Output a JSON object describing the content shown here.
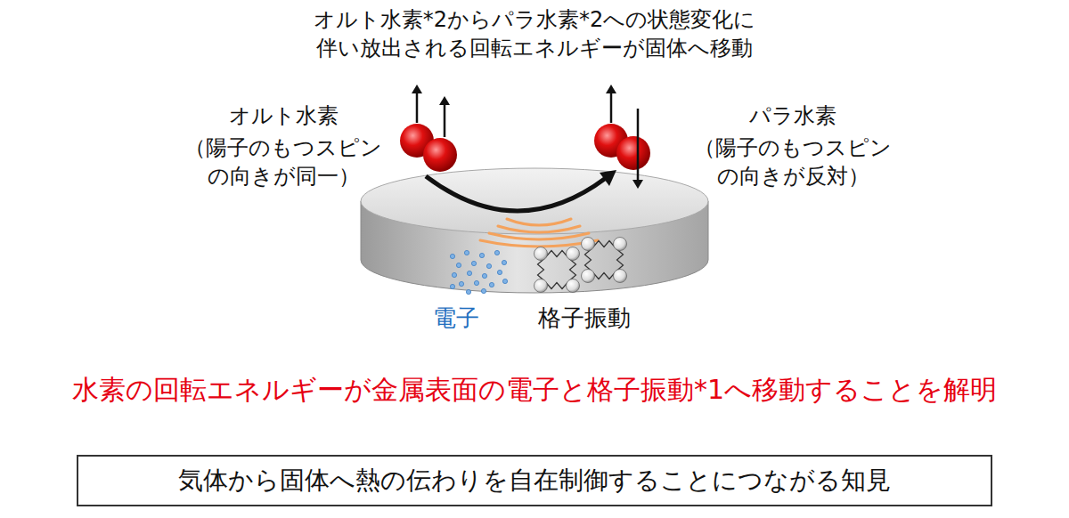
{
  "diagram": {
    "title": "オルト水素*2からパラ水素*2への状態変化に 伴い放出される回転エネルギーが固体へ移動",
    "nodes": [
      {
        "text": [
          "気体から固体へ熱の伝わりを自在制御することにつながる知見"
        ]
      }
    ],
    "labels": [
      "オルト水素",
      "（陽子のもつスピン の向きが同一）",
      "パラ水素",
      "（陽子のもつスピン の向きが反対）",
      "電子",
      "格子振動",
      "水素の回転エネルギーが金属表面の電子と格子振動*1へ移動することを解明"
    ]
  }
}
